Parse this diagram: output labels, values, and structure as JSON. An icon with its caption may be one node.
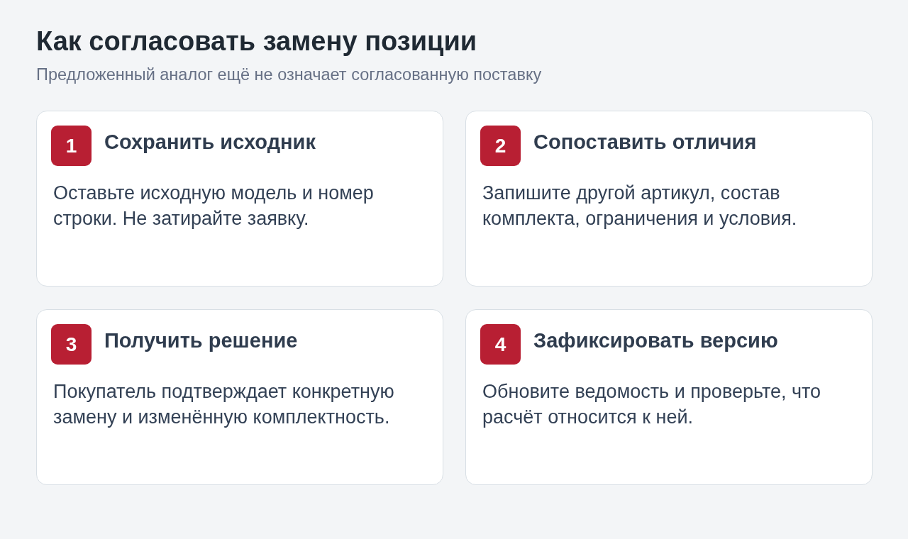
{
  "diagram": {
    "title": "Как согласовать замену позиции",
    "nodes": [
      {
        "text": [
          "Сохранить исходник",
          "Оставьте исходную модель и номер строки. Не затирайте заявку."
        ]
      },
      {
        "text": [
          "1"
        ],
        "in": 0
      },
      {
        "text": [
          "Сопоставить отличия",
          "Запишите другой артикул, состав комплекта, ограничения и условия."
        ]
      },
      {
        "text": [
          "2"
        ],
        "in": 2
      },
      {
        "text": [
          "Получить решение",
          "Покупатель подтверждает конкретную замену и изменённую комплектность."
        ]
      },
      {
        "text": [
          "3"
        ],
        "in": 4
      },
      {
        "text": [
          "Зафиксировать версию",
          "Обновите ведомость и проверьте, что расчёт относится к ней."
        ]
      },
      {
        "text": [
          "4"
        ],
        "in": 6
      }
    ],
    "labels": [
      "Предложенный аналог ещё не означает согласованную поставку"
    ]
  }
}
